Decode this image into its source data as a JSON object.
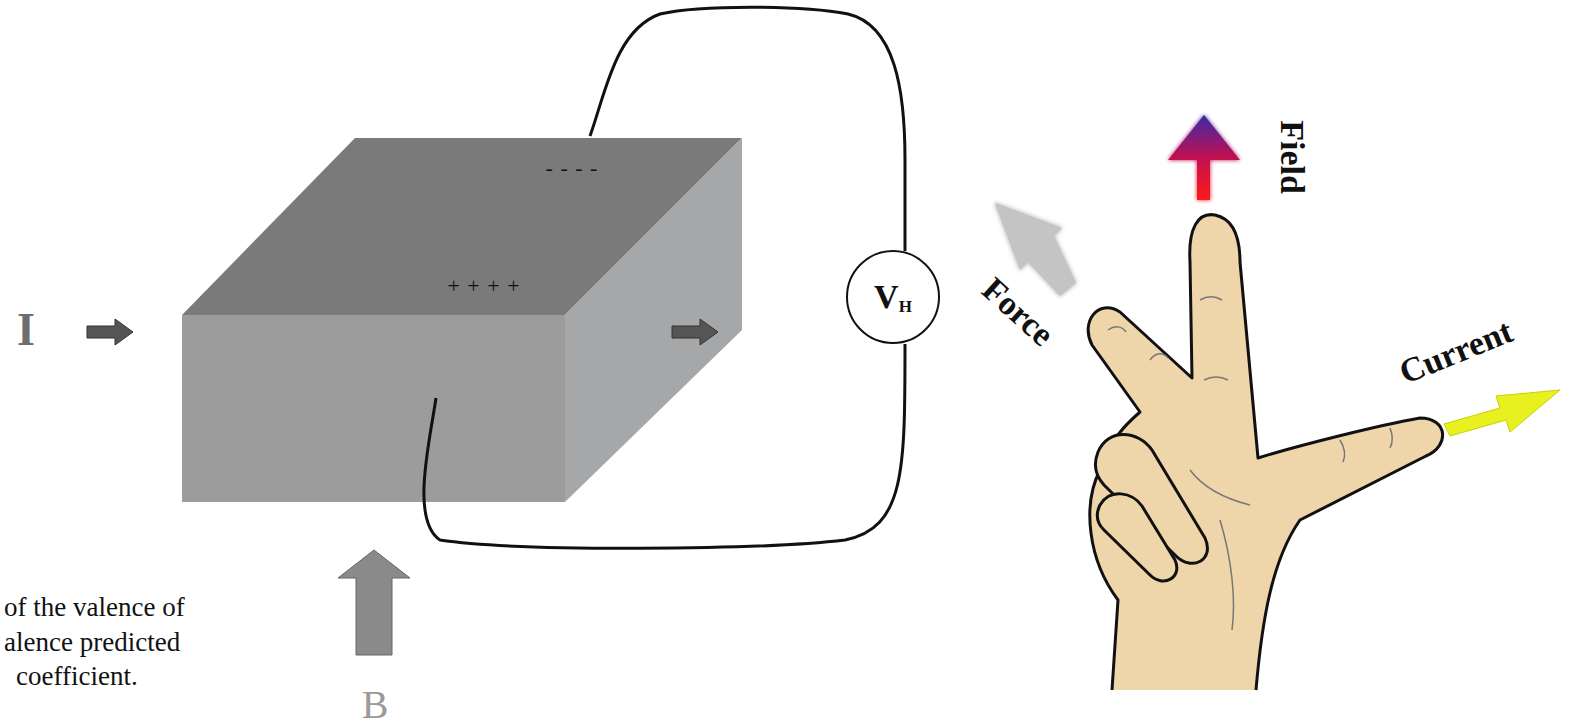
{
  "diagram": {
    "nodes": [
      {
        "text": [
          "V",
          "H"
        ]
      }
    ],
    "labels": [
      "I",
      "+ + + +",
      "- - - -",
      "B",
      "Force",
      "Field",
      "Current",
      "of the valence of",
      "alence predicted",
      "coefficient."
    ]
  }
}
